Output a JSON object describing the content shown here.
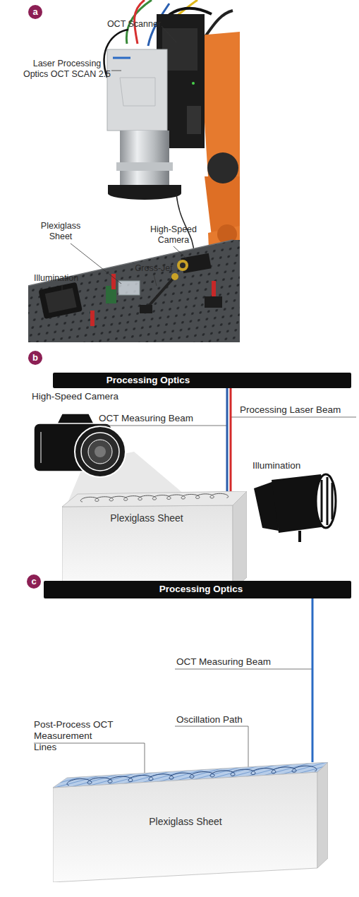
{
  "diagram": {
    "nodes": [
      {
        "text": [
          "a"
        ]
      },
      {
        "text": [
          "b"
        ]
      },
      {
        "text": [
          "Processing Optics"
        ]
      },
      {
        "text": [
          "Plexiglass Sheet"
        ]
      },
      {
        "text": [
          "c"
        ]
      },
      {
        "text": [
          "Processing Optics"
        ]
      },
      {
        "text": [
          "Plexiglass Sheet"
        ]
      }
    ],
    "edges": [
      {
        "from": 2,
        "to": 3,
        "arrow": "none",
        "label": "OCT Measuring Beam"
      },
      {
        "from": 2,
        "to": 3,
        "arrow": "none",
        "label": "Processing Laser Beam"
      },
      {
        "from": 5,
        "to": 6,
        "arrow": "none",
        "label": "OCT Measuring Beam"
      }
    ],
    "labels": [
      "OCT Scanner",
      "Laser Processing Optics OCT SCAN 2.5",
      "Plexiglass Sheet",
      "High-Speed Camera",
      "Illumination",
      "Cross-Jet",
      "High-Speed Camera",
      "Illumination",
      "Oscillation Path",
      "Post-Process OCT Measurement Lines"
    ]
  }
}
